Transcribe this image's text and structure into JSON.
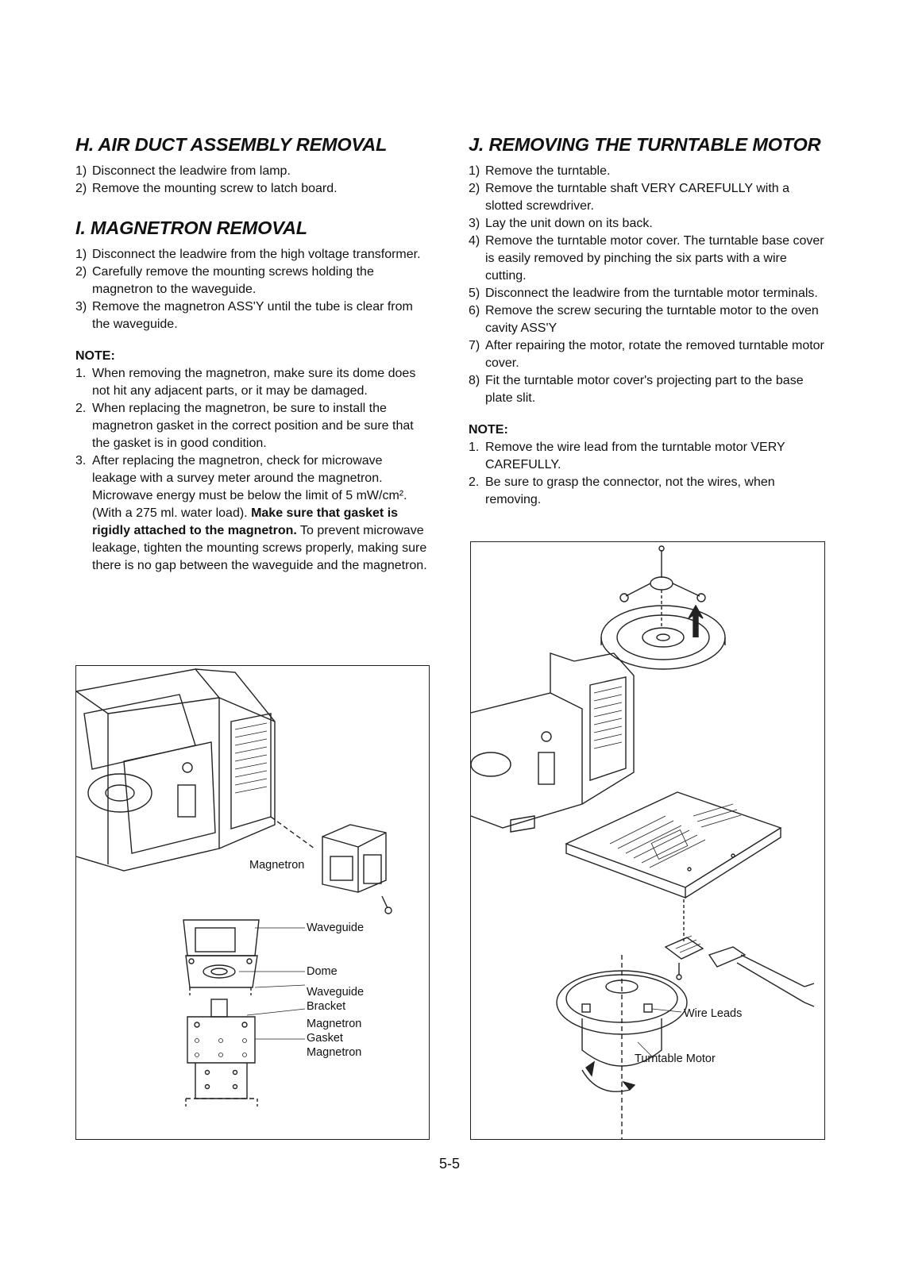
{
  "sections": {
    "h": {
      "title": "H. AIR DUCT ASSEMBLY REMOVAL",
      "steps": [
        {
          "num": "1)",
          "text": "Disconnect the leadwire from lamp."
        },
        {
          "num": "2)",
          "text": "Remove the mounting screw to latch board."
        }
      ]
    },
    "i": {
      "title": "I. MAGNETRON REMOVAL",
      "steps": [
        {
          "num": "1)",
          "text": "Disconnect the leadwire from the high voltage transformer."
        },
        {
          "num": "2)",
          "text": "Carefully remove the mounting screws holding the magnetron to the waveguide."
        },
        {
          "num": "3)",
          "text": "Remove the magnetron ASS'Y until the tube is clear from the waveguide."
        }
      ],
      "note_title": "NOTE:",
      "notes": [
        {
          "num": "1.",
          "text": "When removing the magnetron, make sure its dome does not hit any adjacent parts, or it may be damaged."
        },
        {
          "num": "2.",
          "text": "When replacing the magnetron, be sure to install the magnetron gasket in the correct position and be sure that the gasket is in good condition."
        },
        {
          "num": "3.",
          "text": "After replacing the magnetron, check for microwave leakage with a survey meter around the magnetron. Microwave energy must be below the limit of 5 mW/cm². (With a 275 ml. water load).",
          "bold": "Make sure that gasket is rigidly attached to the magnetron.",
          "tail": " To prevent microwave leakage, tighten the mounting screws properly, making sure there is no gap between the waveguide and the magnetron."
        }
      ]
    },
    "j": {
      "title": "J. REMOVING THE TURNTABLE MOTOR",
      "steps": [
        {
          "num": "1)",
          "text": "Remove the turntable."
        },
        {
          "num": "2)",
          "text": "Remove the turntable shaft VERY CAREFULLY with a slotted screwdriver."
        },
        {
          "num": "3)",
          "text": "Lay the unit down on its back."
        },
        {
          "num": "4)",
          "text": "Remove the turntable motor cover. The turntable base cover is easily removed by pinching the six parts with a wire cutting."
        },
        {
          "num": "5)",
          "text": "Disconnect the leadwire from the turntable motor terminals."
        },
        {
          "num": "6)",
          "text": "Remove the screw securing the turntable motor to the oven cavity ASS'Y"
        },
        {
          "num": "7)",
          "text": "After repairing the motor, rotate the removed turntable motor cover."
        },
        {
          "num": "8)",
          "text": "Fit the turntable motor cover's projecting part to the base plate slit."
        }
      ],
      "note_title": "NOTE:",
      "notes": [
        {
          "num": "1.",
          "text": "Remove the wire lead from the turntable motor VERY CAREFULLY."
        },
        {
          "num": "2.",
          "text": "Be sure to grasp the connector, not the wires, when removing."
        }
      ]
    }
  },
  "figures": {
    "left": {
      "magnetron": "Magnetron",
      "waveguide": "Waveguide",
      "dome": "Dome",
      "waveguide_bracket": "Waveguide Bracket",
      "magnetron_gasket": "Magnetron Gasket",
      "magnetron2": "Magnetron"
    },
    "right": {
      "wire_leads": "Wire Leads",
      "turntable_motor": "Turntable Motor"
    }
  },
  "page_number": "5-5"
}
